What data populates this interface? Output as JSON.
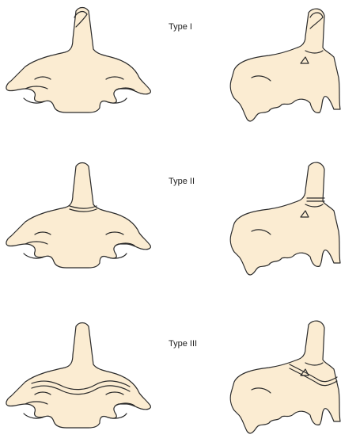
{
  "panels": [
    {
      "label": "Type I"
    },
    {
      "label": "Type II"
    },
    {
      "label": "Type III"
    }
  ],
  "colors": {
    "bone_fill": "#fbecd2",
    "outline": "#2a2a2a",
    "background": "#ffffff"
  }
}
